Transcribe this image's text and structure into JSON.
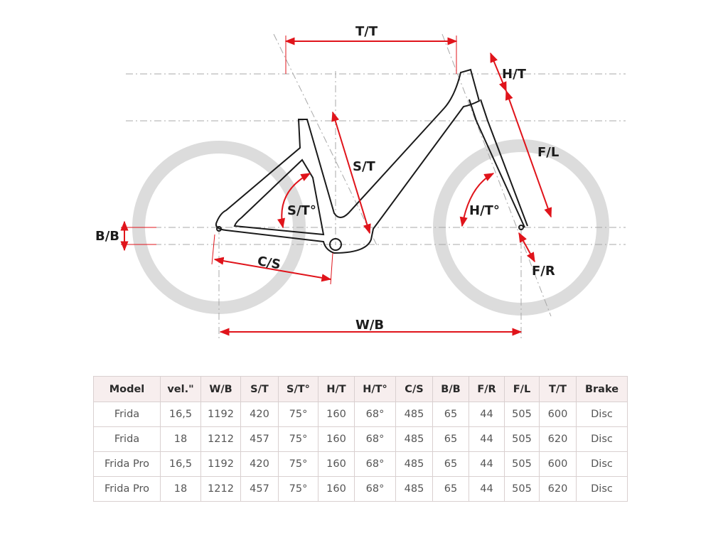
{
  "diagram": {
    "labels": {
      "tt": "T/T",
      "ht": "H/T",
      "st": "S/T",
      "st_angle": "S/T°",
      "fl": "F/L",
      "ht_angle": "H/T°",
      "bb": "B/B",
      "cs": "C/S",
      "fr": "F/R",
      "wb": "W/B"
    },
    "colors": {
      "dimension": "#e0141b",
      "frame": "#1a1a1a",
      "tire": "#dcdcdc",
      "guide": "#a8a8a8"
    }
  },
  "table": {
    "headers": [
      "Model",
      "vel.\"",
      "W/B",
      "S/T",
      "S/T°",
      "H/T",
      "H/T°",
      "C/S",
      "B/B",
      "F/R",
      "F/L",
      "T/T",
      "Brake"
    ],
    "rows": [
      [
        "Frida",
        "16,5",
        "1192",
        "420",
        "75°",
        "160",
        "68°",
        "485",
        "65",
        "44",
        "505",
        "600",
        "Disc"
      ],
      [
        "Frida",
        "18",
        "1212",
        "457",
        "75°",
        "160",
        "68°",
        "485",
        "65",
        "44",
        "505",
        "620",
        "Disc"
      ],
      [
        "Frida Pro",
        "16,5",
        "1192",
        "420",
        "75°",
        "160",
        "68°",
        "485",
        "65",
        "44",
        "505",
        "600",
        "Disc"
      ],
      [
        "Frida Pro",
        "18",
        "1212",
        "457",
        "75°",
        "160",
        "68°",
        "485",
        "65",
        "44",
        "505",
        "620",
        "Disc"
      ]
    ]
  }
}
